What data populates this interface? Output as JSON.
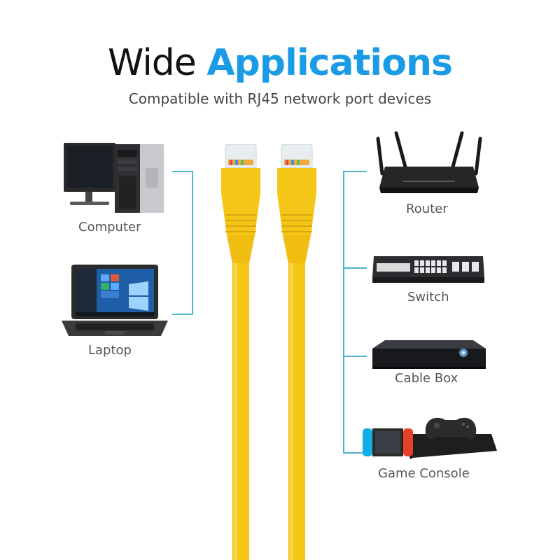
{
  "header": {
    "title_word_1": "Wide",
    "title_word_2": "Applications",
    "subtitle": "Compatible with RJ45 network port devices"
  },
  "left_devices": [
    {
      "label": "Computer",
      "icon": "desktop-computer-icon"
    },
    {
      "label": "Laptop",
      "icon": "laptop-icon"
    }
  ],
  "right_devices": [
    {
      "label": "Router",
      "icon": "router-icon"
    },
    {
      "label": "Switch",
      "icon": "network-switch-icon"
    },
    {
      "label": "Cable Box",
      "icon": "cable-box-icon"
    },
    {
      "label": "Game Console",
      "icon": "game-console-icon"
    }
  ],
  "colors": {
    "accent": "#1a9be6",
    "bracket": "#4fb3c9",
    "cable": "#f5c518",
    "text": "#555555"
  }
}
